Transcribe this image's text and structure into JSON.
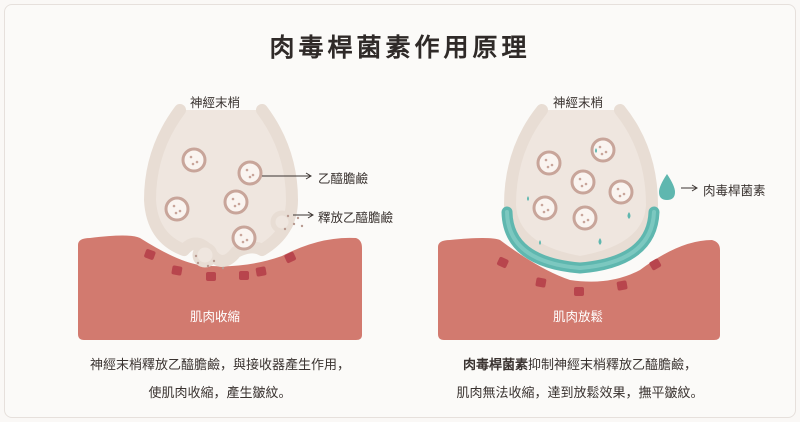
{
  "title": "肉毒桿菌素作用原理",
  "left": {
    "nerve_label": "神經末梢",
    "ach_label": "乙醯膽鹼",
    "release_label": "釋放乙醯膽鹼",
    "muscle_label": "肌肉收縮",
    "caption_line1": "神經末梢釋放乙醯膽鹼，與接收器產生作用，",
    "caption_line2": "使肌肉收縮，產生皺紋。"
  },
  "right": {
    "nerve_label": "神經末梢",
    "toxin_label": "肉毒桿菌素",
    "muscle_label": "肌肉放鬆",
    "caption_bold": "肉毒桿菌素",
    "caption_line1_rest": "抑制神經末梢釋放乙醯膽鹼，",
    "caption_line2": "肌肉無法收縮，達到放鬆效果，撫平皺紋。"
  },
  "colors": {
    "muscle": "#d27a6f",
    "nerve_fill": "#efe6df",
    "nerve_stroke": "#e8ddd4",
    "receptor": "#b8454d",
    "toxin": "#5fb7af",
    "vesicle_ring": "#c8a59a"
  }
}
